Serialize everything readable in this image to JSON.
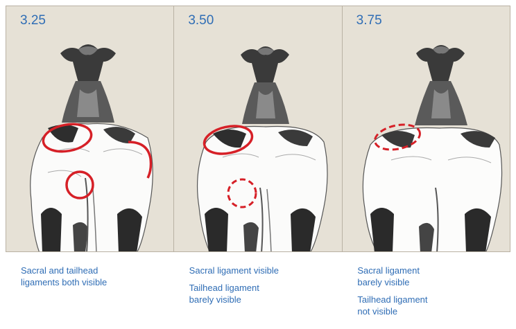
{
  "panels": [
    {
      "score": "3.25",
      "captions": [
        "Sacral and tailhead\nligaments both visible"
      ]
    },
    {
      "score": "3.50",
      "captions": [
        "Sacral ligament visible",
        "Tailhead ligament\nbarely visible"
      ]
    },
    {
      "score": "3.75",
      "captions": [
        "Sacral ligament\nbarely visible",
        "Tailhead ligament\nnot visible"
      ]
    }
  ],
  "colors": {
    "accent": "#2f6db5",
    "marker": "#d62027",
    "background": "#e6e1d6"
  }
}
